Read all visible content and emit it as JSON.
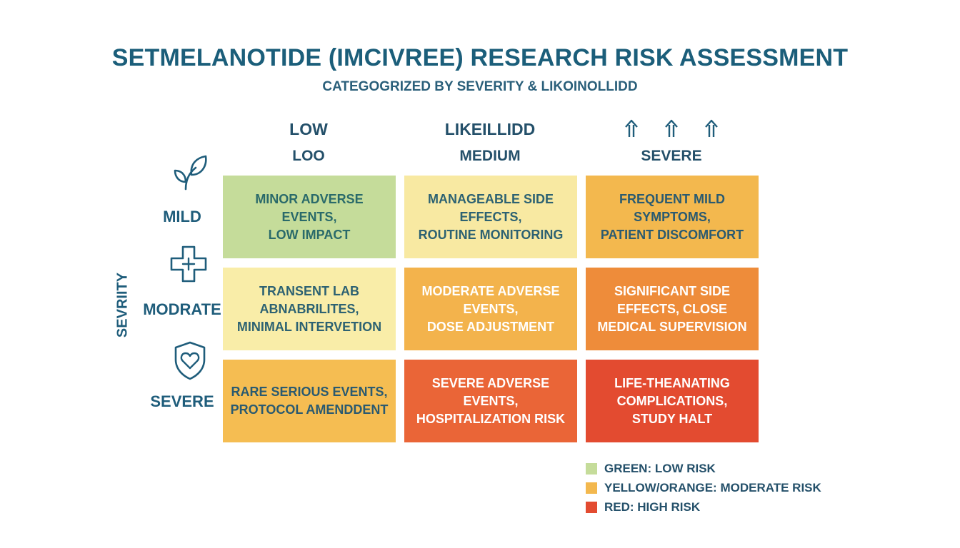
{
  "title": "SETMELANOTIDE (IMCIVREE) RESEARCH RISK ASSESSMENT",
  "subtitle": "CATEGOGRIZED BY SEVERITY & LIKOINOLLIDD",
  "columns": [
    {
      "top": "LOW",
      "sub": "LOO"
    },
    {
      "top": "LIKEILLIDD",
      "sub": "MEDIUM"
    },
    {
      "top": "",
      "sub": "SEVERE",
      "icons": [
        "arrow-up-icon",
        "arrow-up-icon",
        "arrow-up-icon"
      ]
    }
  ],
  "axis_label": "SEVRIITY",
  "rows": [
    {
      "label": "MILD",
      "icon": "leaf-icon"
    },
    {
      "label": "MODRATE",
      "icon": "medical-cross-icon"
    },
    {
      "label": "SEVERE",
      "icon": "heart-shield-icon"
    }
  ],
  "cells": [
    [
      {
        "text": "MINOR ADVERSE EVENTS,\nLOW IMPACT",
        "bg": "#c5dc9a",
        "fg": "#2a6a6a"
      },
      {
        "text": "MANAGEABLE SIDE EFFECTS,\nROUTINE MONITORING",
        "bg": "#f8e9a2",
        "fg": "#2d6272"
      },
      {
        "text": "FREQUENT MILD SYMPTOMS,\nPATIENT DISCOMFORT",
        "bg": "#f3b84e",
        "fg": "#2a5a70"
      }
    ],
    [
      {
        "text": "TRANSENT LAB\nABNABRILITES,\nMINIMAL INTERVETION",
        "bg": "#f9eda8",
        "fg": "#2d6272"
      },
      {
        "text": "MODERATE ADVERSE\nEVENTS,\nDOSE ADJUSTMENT",
        "bg": "#f3b34c",
        "fg": "#ffffff"
      },
      {
        "text": "SIGNIFICANT SIDE\nEFFECTS, CLOSE\nMEDICAL SUPERVISION",
        "bg": "#ee8c3a",
        "fg": "#ffffff"
      }
    ],
    [
      {
        "text": "RARE SERIOUS EVENTS,\nPROTOCOL AMENDDENT",
        "bg": "#f5bd52",
        "fg": "#2a5a70"
      },
      {
        "text": "SEVERE ADVERSE EVENTS,\nHOSPITALIZATION RISK",
        "bg": "#ea6537",
        "fg": "#ffffff"
      },
      {
        "text": "LIFE-THEANATING\nCOMPLICATIONS,\nSTUDY HALT",
        "bg": "#e34b30",
        "fg": "#ffffff"
      }
    ]
  ],
  "legend": [
    {
      "label": "GREEN: LOW RISK",
      "color": "#c5dc9a"
    },
    {
      "label": "YELLOW/ORANGE: MODERATE RISK",
      "color": "#f3b84e"
    },
    {
      "label": "RED: HIGH RISK",
      "color": "#e34b30"
    }
  ]
}
